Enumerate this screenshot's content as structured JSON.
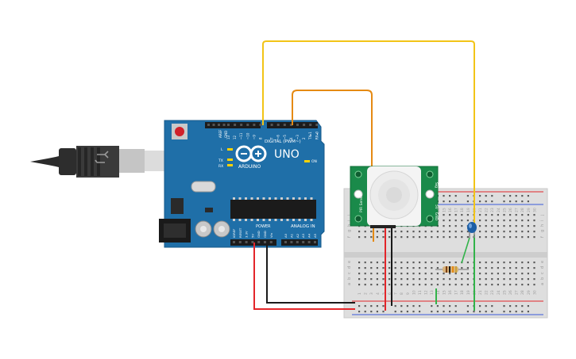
{
  "arduino": {
    "brand": "ARDUINO",
    "model": "UNO",
    "digital_label": "DIGITAL (PWM~)",
    "analog_label": "ANALOG IN",
    "power_label": "POWER",
    "aref_label": "AREF",
    "gnd_label": "GND",
    "on_label": "ON",
    "l_label": "L",
    "tx_label": "TX",
    "rx_label": "RX",
    "digital_pins": [
      "13",
      "12",
      "~11",
      "~10",
      "~9",
      "8",
      "7",
      "~6",
      "~5",
      "4",
      "~3",
      "2",
      "TX▸1",
      "RX◂0"
    ],
    "power_pins": [
      "IOREF",
      "RESET",
      "3.3V",
      "5V",
      "GND",
      "GND",
      "Vin"
    ],
    "analog_pins": [
      "A0",
      "A1",
      "A2",
      "A3",
      "A4",
      "A5"
    ]
  },
  "pir": {
    "label_left": "PIR Sensor",
    "label_top": "Sig",
    "label_bottom": "5V",
    "label_gnd": "GND"
  },
  "breadboard": {
    "row_letters_top": [
      "j",
      "i",
      "h",
      "g",
      "f"
    ],
    "row_letters_bottom": [
      "e",
      "d",
      "c",
      "b",
      "a"
    ],
    "column_numbers": [
      "1",
      "2",
      "3",
      "4",
      "5",
      "6",
      "7",
      "8",
      "9",
      "10",
      "11",
      "12",
      "13",
      "14",
      "15",
      "16",
      "17",
      "18",
      "19",
      "20",
      "21",
      "22",
      "23",
      "24",
      "25",
      "26",
      "27",
      "28",
      "29",
      "30"
    ]
  },
  "wire_colors": {
    "yellow": "#f2c417",
    "orange": "#e58a13",
    "red": "#e3252a",
    "black": "#1a1a1a",
    "green": "#32b34a"
  },
  "board_color": "#1f6fa8"
}
